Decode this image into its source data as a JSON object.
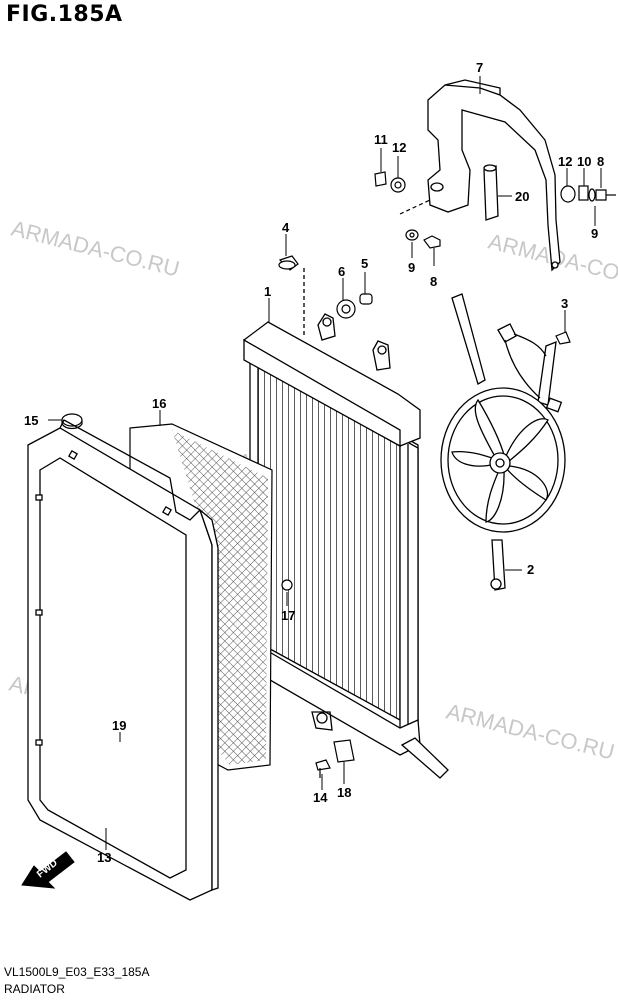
{
  "figure": {
    "title": "FIG.185A",
    "code": "VL1500L9_E03_E33_185A",
    "name": "RADIATOR"
  },
  "watermark": "ARMADA-CO.RU",
  "fwd_label": "FWD",
  "callouts": {
    "c1": "1",
    "c2": "2",
    "c3": "3",
    "c4": "4",
    "c5": "5",
    "c6": "6",
    "c7": "7",
    "c8a": "8",
    "c8b": "8",
    "c9a": "9",
    "c9b": "9",
    "c10": "10",
    "c11": "11",
    "c12a": "12",
    "c12b": "12",
    "c13": "13",
    "c14": "14",
    "c15": "15",
    "c16": "16",
    "c17": "17",
    "c18": "18",
    "c19": "19",
    "c20": "20"
  }
}
